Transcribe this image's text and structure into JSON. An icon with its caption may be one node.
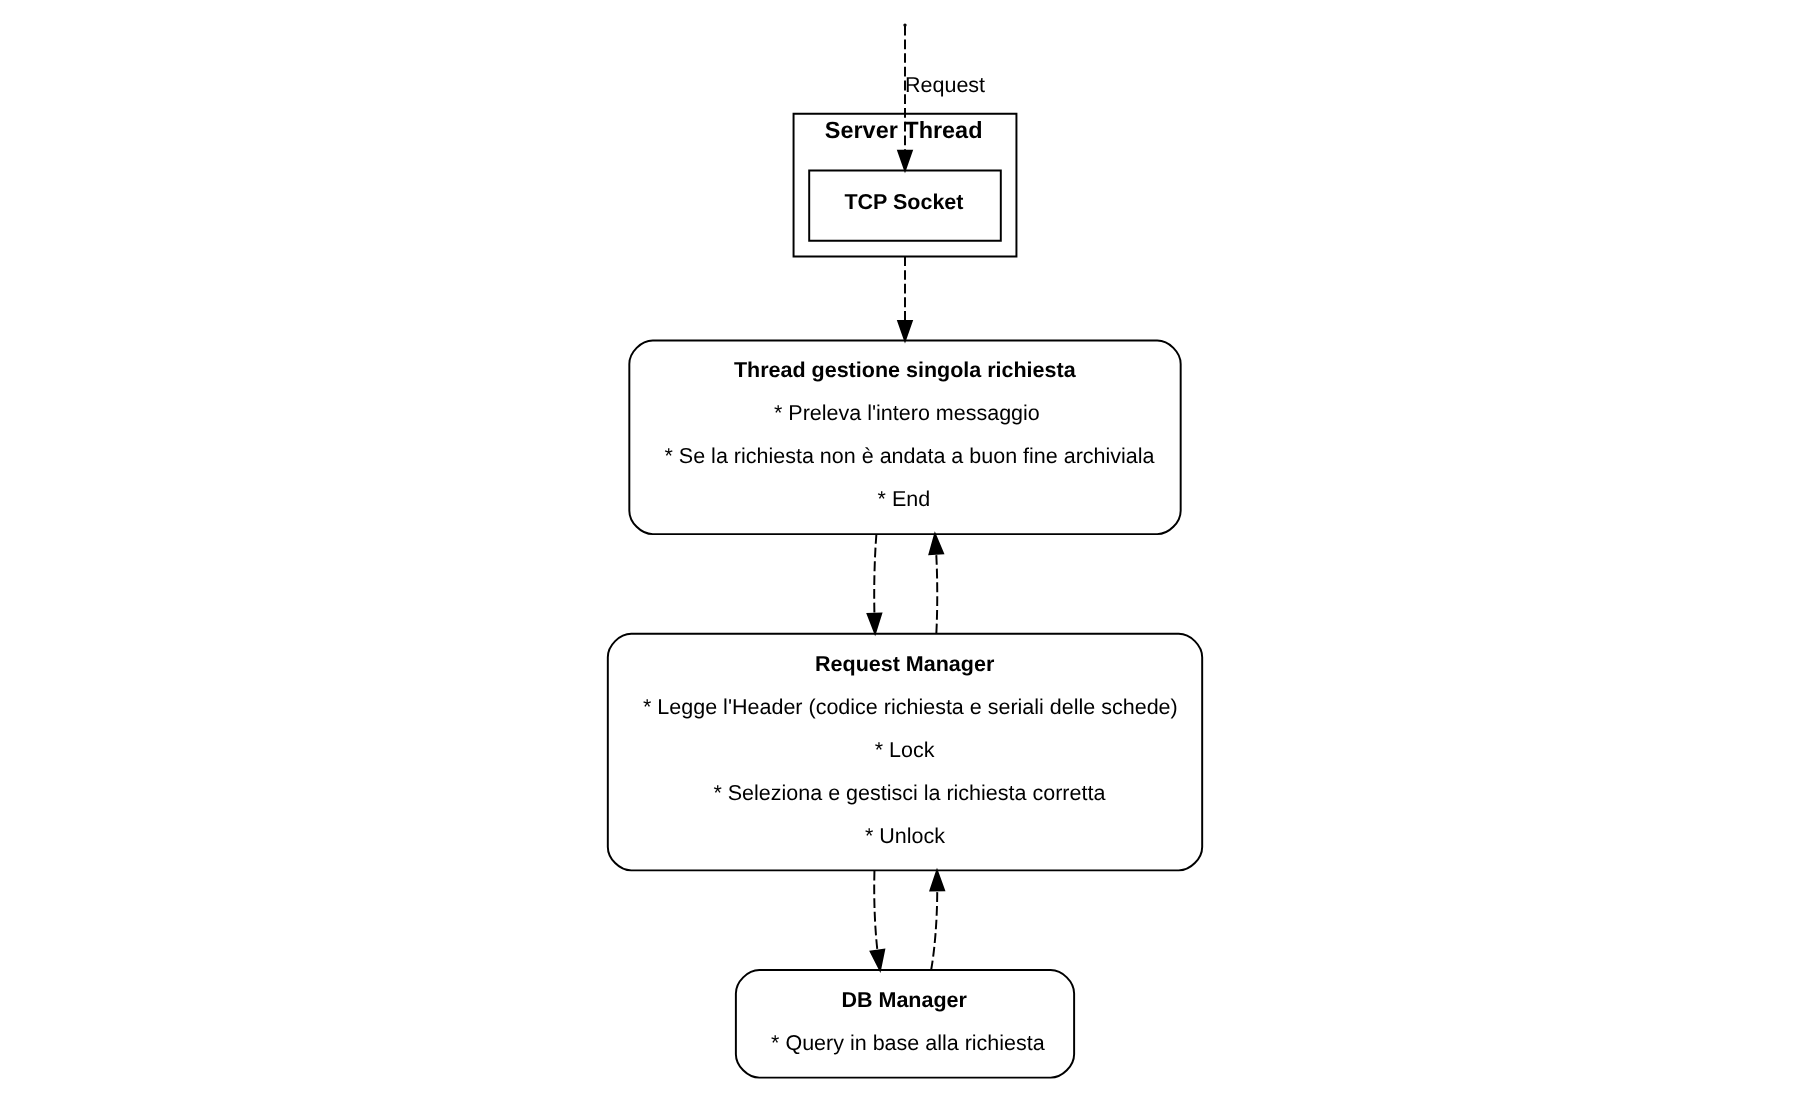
{
  "diagram": {
    "nodes": [
      {
        "text": [
          "Thread gestione singola richiesta",
          "* Preleva l'intero messaggio",
          "* Se la richiesta non è andata a buon fine archiviala",
          "* End"
        ]
      },
      {
        "text": [
          "Request Manager",
          "* Legge l'Header (codice richiesta e seriali delle schede)",
          "* Lock",
          "* Seleziona e gestisci la richiesta corretta",
          "* Unlock"
        ]
      },
      {
        "text": [
          "DB Manager",
          "* Query in base alla richiesta"
        ]
      },
      {
        "text": [
          "Server Thread"
        ]
      },
      {
        "text": [
          "TCP Socket"
        ],
        "in": 3
      }
    ],
    "edges": [
      {
        "from": null,
        "to": 4,
        "arrow": "to",
        "label": "Request",
        "style": "dashed"
      },
      {
        "from": 3,
        "to": 0,
        "arrow": "to",
        "style": "dashed"
      },
      {
        "from": 0,
        "to": 1,
        "arrow": "to",
        "style": "dashed"
      },
      {
        "from": 1,
        "to": 2,
        "arrow": "to",
        "style": "dashed"
      },
      {
        "from": 2,
        "to": 1,
        "arrow": "to",
        "style": "dashed"
      },
      {
        "from": 1,
        "to": 0,
        "arrow": "to",
        "style": "dashed"
      }
    ]
  }
}
